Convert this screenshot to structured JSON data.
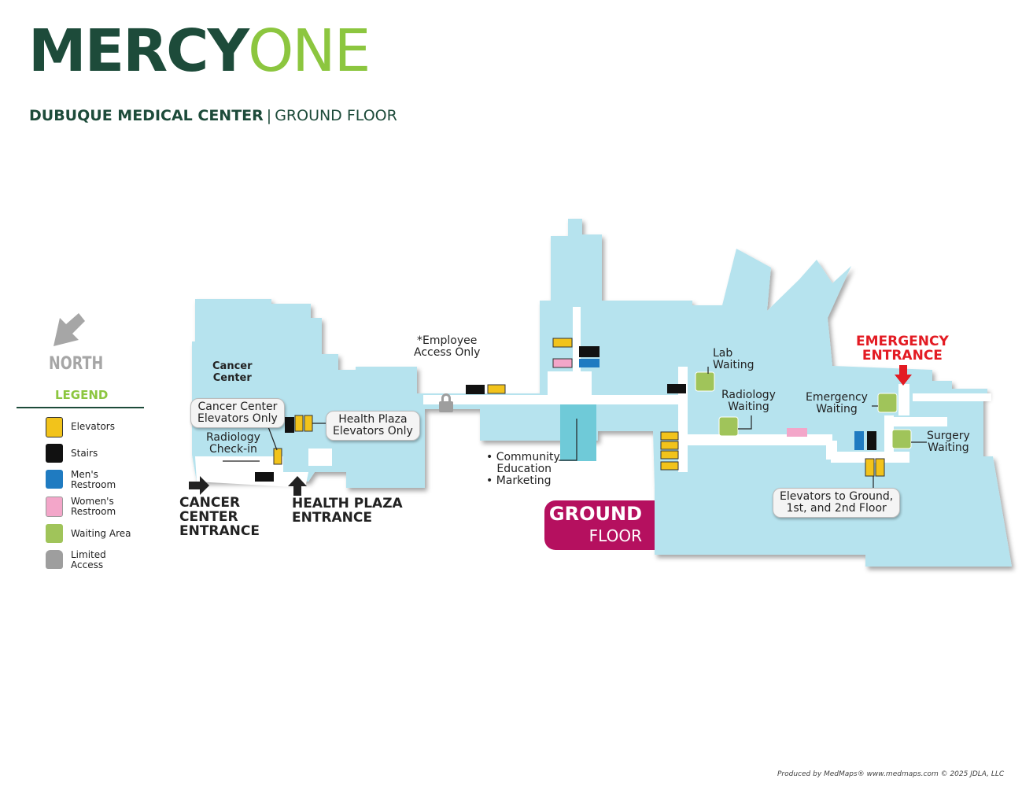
{
  "header": {
    "logo_left": "MERCY",
    "logo_right": "ONE",
    "facility": "DUBUQUE MEDICAL CENTER",
    "separator": "|",
    "floor": "GROUND FLOOR"
  },
  "compass": {
    "label": "NORTH",
    "icon": "arrow-north-icon"
  },
  "legend": {
    "title": "LEGEND",
    "items": [
      {
        "label": "Elevators",
        "icon": "elevator-icon",
        "color": "#f2c31b"
      },
      {
        "label": "Stairs",
        "icon": "stairs-icon",
        "color": "#111111"
      },
      {
        "label": "Men's\nRestroom",
        "icon": "mens-restroom-icon",
        "color": "#1f7bc1"
      },
      {
        "label": "Women's\nRestroom",
        "icon": "womens-restroom-icon",
        "color": "#f3a6c9"
      },
      {
        "label": "Waiting Area",
        "icon": "waiting-area-icon",
        "color": "#a0c45a"
      },
      {
        "label": "Limited\nAccess",
        "icon": "lock-icon",
        "color": "#9e9e9e"
      }
    ]
  },
  "map": {
    "colors": {
      "building": "#b6e3ee",
      "corridor": "#ffffff",
      "highlight": "#6fcad8",
      "shadow": "#bfbfbf"
    },
    "labels": {
      "cancer_center": "Cancer\nCenter",
      "cancer_center_elevators": "Cancer Center\nElevators Only",
      "health_plaza_elevators": "Health Plaza\nElevators Only",
      "radiology_checkin": "Radiology\nCheck-in",
      "employee_access": "*Employee\nAccess Only",
      "community": "• Community\n   Education\n• Marketing",
      "lab_waiting": "Lab\nWaiting",
      "radiology_waiting": "Radiology\nWaiting",
      "emergency_waiting": "Emergency\nWaiting",
      "surgery_waiting": "Surgery\nWaiting",
      "elevators_to_floors": "Elevators to Ground,\n1st, and 2nd Floor"
    },
    "entrances": {
      "cancer_center": "CANCER\nCENTER\nENTRANCE",
      "health_plaza": "HEALTH PLAZA\nENTRANCE",
      "emergency": "EMERGENCY\nENTRANCE"
    },
    "floor_badge": {
      "line1": "GROUND",
      "line2": "FLOOR",
      "color": "#b5105f"
    }
  },
  "footer": "Produced by MedMaps®  www.medmaps.com   © 2025 JDLA, LLC"
}
